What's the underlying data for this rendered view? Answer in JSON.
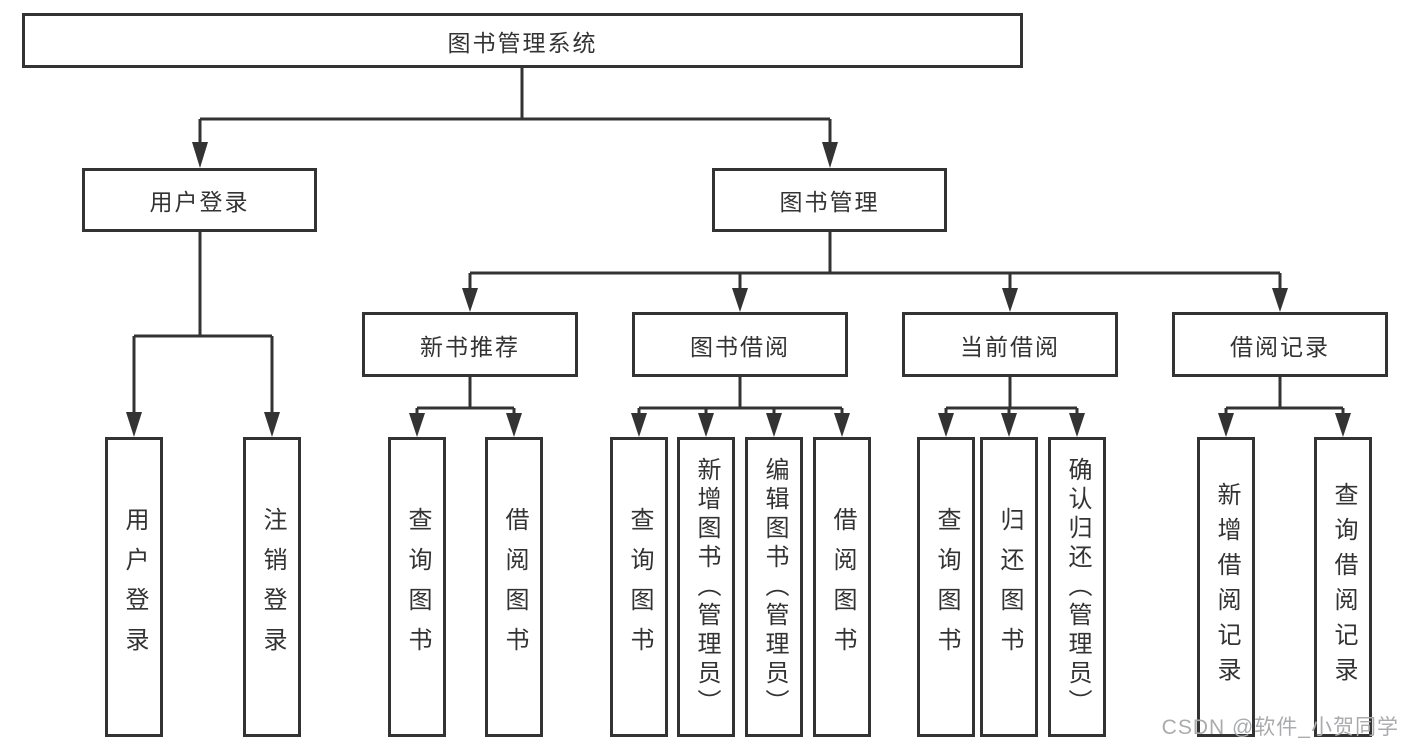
{
  "tree": {
    "root": "图书管理系统",
    "branches": [
      {
        "label": "用户登录",
        "children": [
          {
            "label": "用户登录"
          },
          {
            "label": "注销登录"
          }
        ]
      },
      {
        "label": "图书管理",
        "children": [
          {
            "label": "新书推荐",
            "children": [
              {
                "label": "查询图书"
              },
              {
                "label": "借阅图书"
              }
            ]
          },
          {
            "label": "图书借阅",
            "children": [
              {
                "label": "查询图书"
              },
              {
                "label": "新增图书（管理员）"
              },
              {
                "label": "编辑图书（管理员）"
              },
              {
                "label": "借阅图书"
              }
            ]
          },
          {
            "label": "当前借阅",
            "children": [
              {
                "label": "查询图书"
              },
              {
                "label": "归还图书"
              },
              {
                "label": "确认归还（管理员）"
              }
            ]
          },
          {
            "label": "借阅记录",
            "children": [
              {
                "label": "新增借阅记录"
              },
              {
                "label": "查询借阅记录"
              }
            ]
          }
        ]
      }
    ]
  },
  "watermark": "CSDN @软件_小贺同学",
  "colors": {
    "line": "#333333",
    "text": "#333333",
    "box_background": "#ffffff",
    "watermark": "#aaabad",
    "background": "#ffffff"
  }
}
